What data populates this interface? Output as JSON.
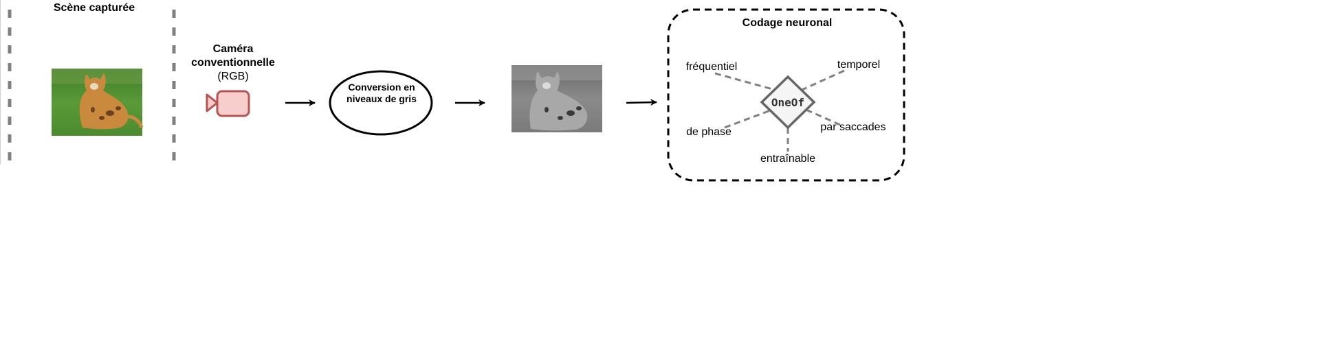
{
  "scene": {
    "title": "Scène capturée"
  },
  "camera": {
    "title_line1": "Caméra",
    "title_line2": "conventionnelle",
    "subtitle": "(RGB)"
  },
  "conversion": {
    "line1": "Conversion en",
    "line2": "niveaux de gris"
  },
  "coding": {
    "title": "Codage neuronal",
    "center_label": "OneOf",
    "options": {
      "frequential": "fréquentiel",
      "temporal": "temporel",
      "phase": "de phase",
      "burst": "par saccades",
      "trainable": "entraînable"
    }
  },
  "colors": {
    "camera_fill": "#f8cecc",
    "camera_stroke": "#b85450",
    "dash_gray": "#808080",
    "diamond_fill": "#f5f5f5",
    "diamond_stroke": "#666666"
  }
}
